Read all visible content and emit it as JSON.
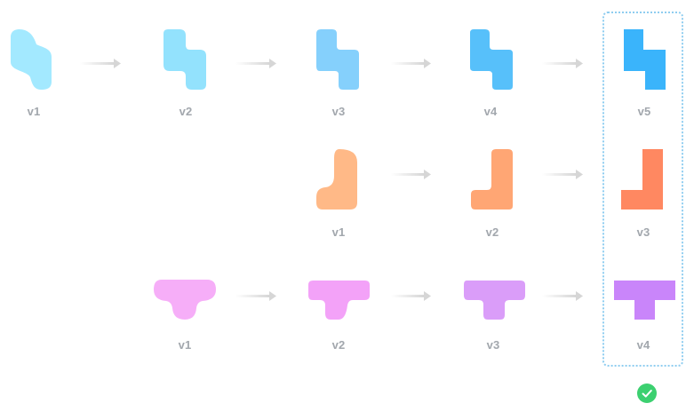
{
  "rows": [
    {
      "name": "s-piece",
      "versions": [
        {
          "label": "v1",
          "color": "#a3e9ff"
        },
        {
          "label": "v2",
          "color": "#93e2fd"
        },
        {
          "label": "v3",
          "color": "#85d0fc"
        },
        {
          "label": "v4",
          "color": "#57c0fa"
        },
        {
          "label": "v5",
          "color": "#3ab4fb"
        }
      ]
    },
    {
      "name": "l-piece",
      "versions": [
        {
          "label": "v1",
          "color": "#ffb987"
        },
        {
          "label": "v2",
          "color": "#ffa674"
        },
        {
          "label": "v3",
          "color": "#ff8861"
        }
      ]
    },
    {
      "name": "t-piece",
      "versions": [
        {
          "label": "v1",
          "color": "#f6aef8"
        },
        {
          "label": "v2",
          "color": "#f3a2f8"
        },
        {
          "label": "v3",
          "color": "#da9df9"
        },
        {
          "label": "v4",
          "color": "#c985fa"
        }
      ]
    }
  ],
  "arrow_color": "#d6d6d6",
  "selection_border_color": "#8fcdf0",
  "approved_color": "#3cd070",
  "approved_icon": "checkmark-icon"
}
